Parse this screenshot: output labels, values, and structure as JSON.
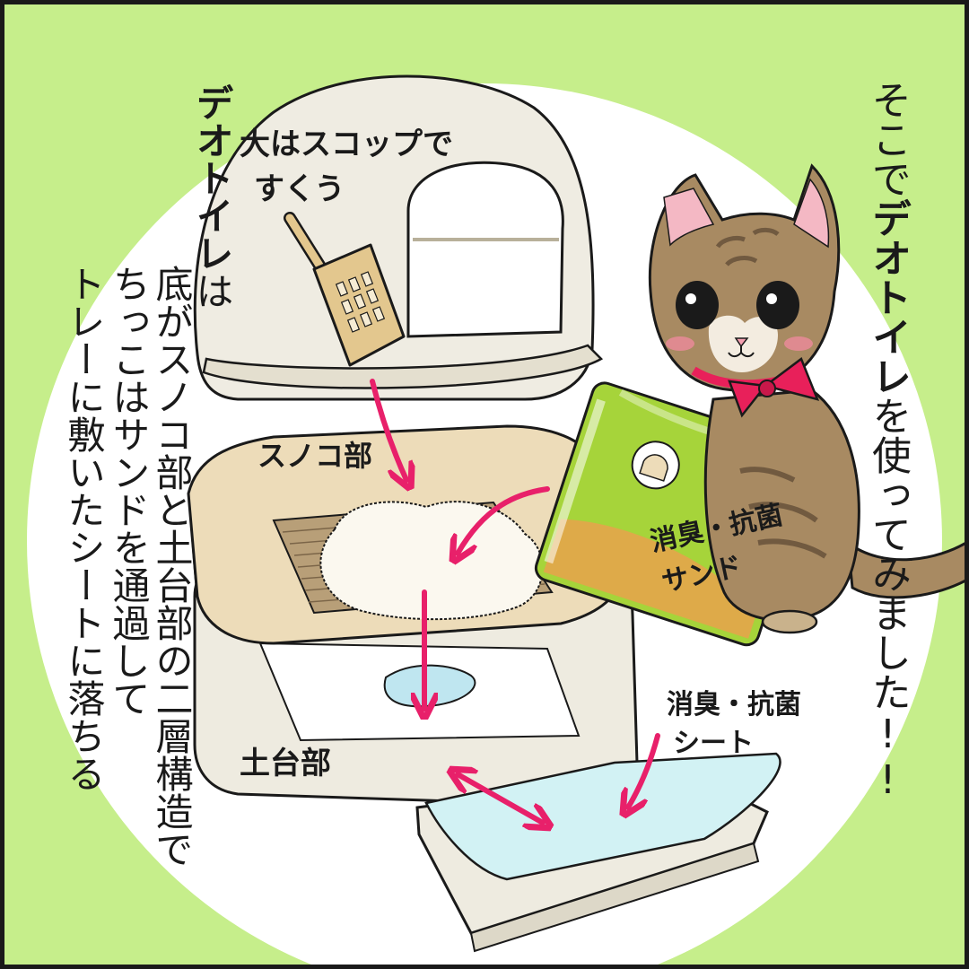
{
  "headline": {
    "prefix": "そこで",
    "emphasis": "デオトイレ",
    "suffix": "を使ってみました!!"
  },
  "explanation": {
    "lead_emphasis": "デオトイレ",
    "lead_suffix": "は",
    "lines": [
      "底がスノコ部と土台部の二層構造で",
      "ちっこはサンドを通過して",
      "トレーに敷いたシートに落ちる"
    ]
  },
  "labels": {
    "scoop_note_line1": "大はスコップで",
    "scoop_note_line2": "すくう",
    "sunoko": "スノコ部",
    "base": "土台部",
    "sand_line1": "消臭・抗菌",
    "sand_line2": "サンド",
    "sheet_line1": "消臭・抗菌",
    "sheet_line2": "シート"
  },
  "colors": {
    "background": "#c6ee8b",
    "circle": "#ffffff",
    "arrow": "#e8206a",
    "collar": "#e8205a",
    "sand_bag": "#a6d43a",
    "sheet": "#d2f2f4"
  }
}
